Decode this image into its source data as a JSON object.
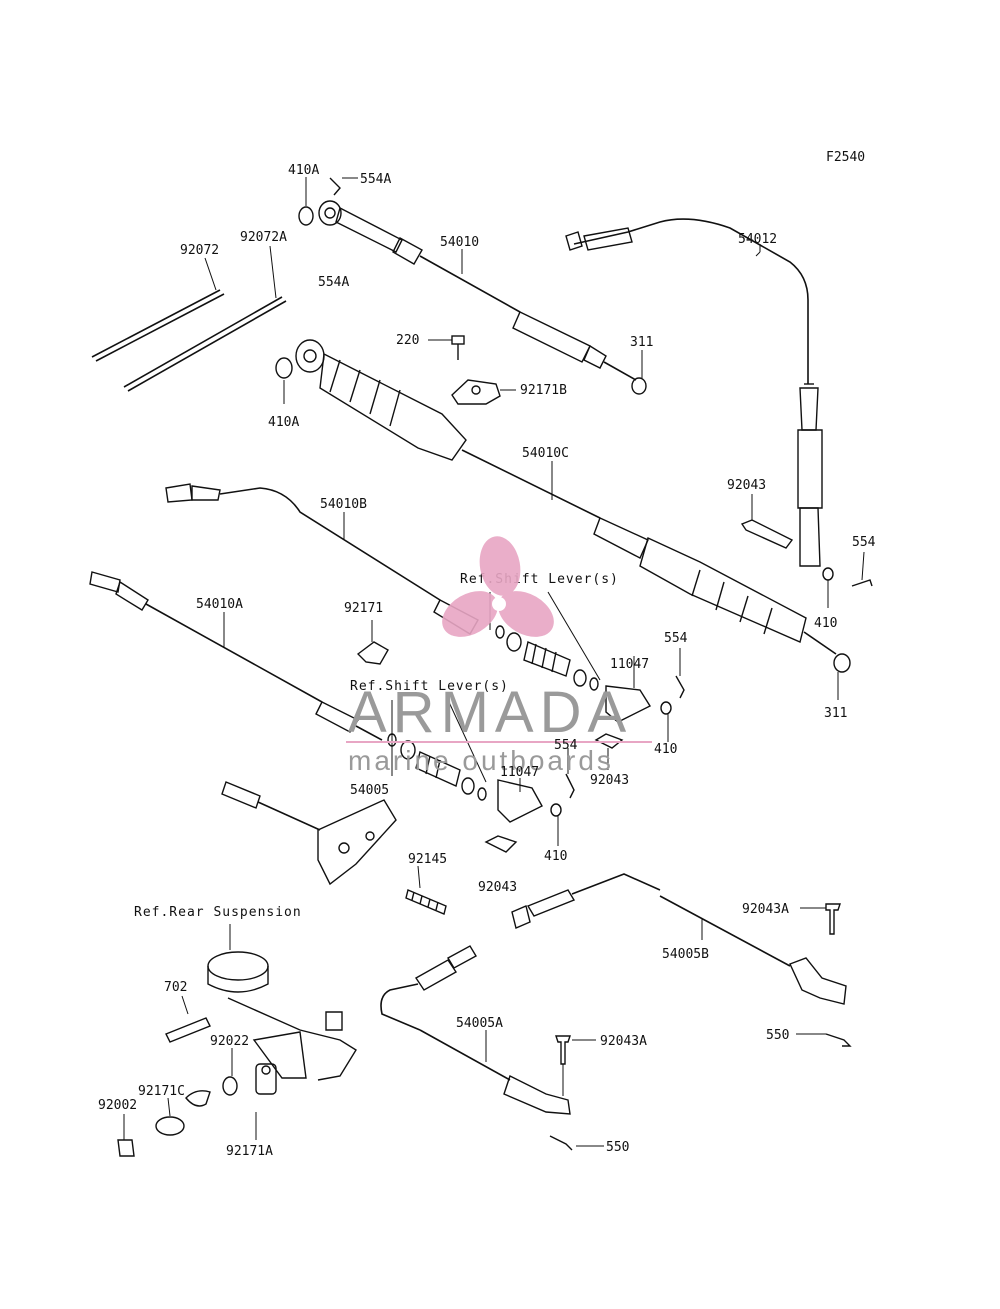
{
  "figure_code": "F2540",
  "refs": {
    "shift_lever_upper": "Ref.Shift Lever(s)",
    "shift_lever_lower": "Ref.Shift Lever(s)",
    "rear_suspension": "Ref.Rear Suspension"
  },
  "labels": {
    "p410A_top": "410A",
    "p554A_top": "554A",
    "p54010": "54010",
    "p54012": "54012",
    "p92072": "92072",
    "p92072A": "92072A",
    "p554A_mid": "554A",
    "p220": "220",
    "p311_top": "311",
    "p92171B": "92171B",
    "p410A_mid": "410A",
    "p54010C": "54010C",
    "p92043_right": "92043",
    "p554_right": "554",
    "p54010B": "54010B",
    "p410_right": "410",
    "p54010A": "54010A",
    "p92171": "92171",
    "p554_mid": "554",
    "p11047_upper": "11047",
    "p311_bottom": "311",
    "p410_mid": "410",
    "p554_lower": "554",
    "p92043_mid": "92043",
    "p11047_lower": "11047",
    "p54005": "54005",
    "p410_lower": "410",
    "p92145": "92145",
    "p92043_lower": "92043",
    "p92043A_right": "92043A",
    "p54005B": "54005B",
    "p702": "702",
    "p550_right": "550",
    "p92022": "92022",
    "p54005A": "54005A",
    "p92043A_lower": "92043A",
    "p92171C": "92171C",
    "p92002": "92002",
    "p92171A": "92171A",
    "p550_bottom": "550"
  },
  "watermark": {
    "brand": "ARMADA",
    "tagline": "marine outboards",
    "brand_color": "#e8a6c4",
    "text_color": "#9a9a9a"
  }
}
